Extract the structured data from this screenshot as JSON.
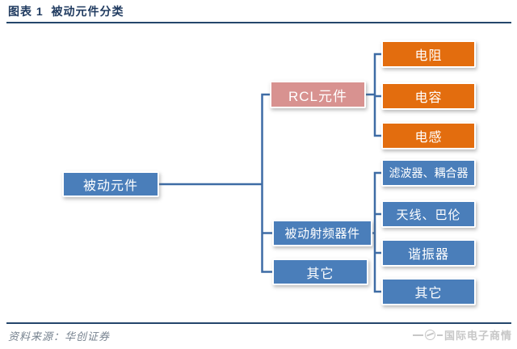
{
  "header": {
    "title": "图表 1  被动元件分类"
  },
  "diagram": {
    "root": {
      "label": "被动元件"
    },
    "branches": [
      {
        "label": "RCL元件",
        "children": [
          "电阻",
          "电容",
          "电感"
        ]
      },
      {
        "label": "被动射频器件",
        "children": [
          "滤波器、耦合器",
          "天线、巴伦",
          "谐振器",
          "其它"
        ]
      },
      {
        "label": "其它",
        "children": []
      }
    ]
  },
  "footer": {
    "source": "资料来源：华创证券",
    "watermark": "国际电子商情"
  },
  "colors": {
    "node_blue": "#4A7EBA",
    "node_pink": "#D89290",
    "node_orange": "#E36D0E",
    "connector": "#3E6CA5",
    "title_navy": "#1F3A5F",
    "rule_navy": "#24466B",
    "source_gray": "#76828F",
    "watermark_gray": "#C7C7C7"
  }
}
